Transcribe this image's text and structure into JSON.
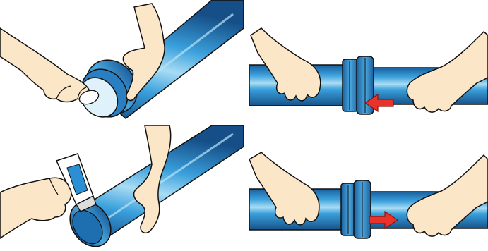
{
  "illustration": {
    "steps": [
      {
        "id": "clean-pipe-end",
        "description_icon": "cloth-wiping"
      },
      {
        "id": "apply-lubricant",
        "description_icon": "lubricant-tube"
      },
      {
        "id": "push-together",
        "arrow": "left"
      },
      {
        "id": "pull-apart",
        "arrow": "right"
      }
    ],
    "colors": {
      "pipe": "#2f8fd0",
      "pipe_dark": "#1a5f9e",
      "pipe_light": "#8fd0f0",
      "skin": "#fbe6c8",
      "arrow": "#e8322a",
      "outline": "#111111"
    }
  }
}
